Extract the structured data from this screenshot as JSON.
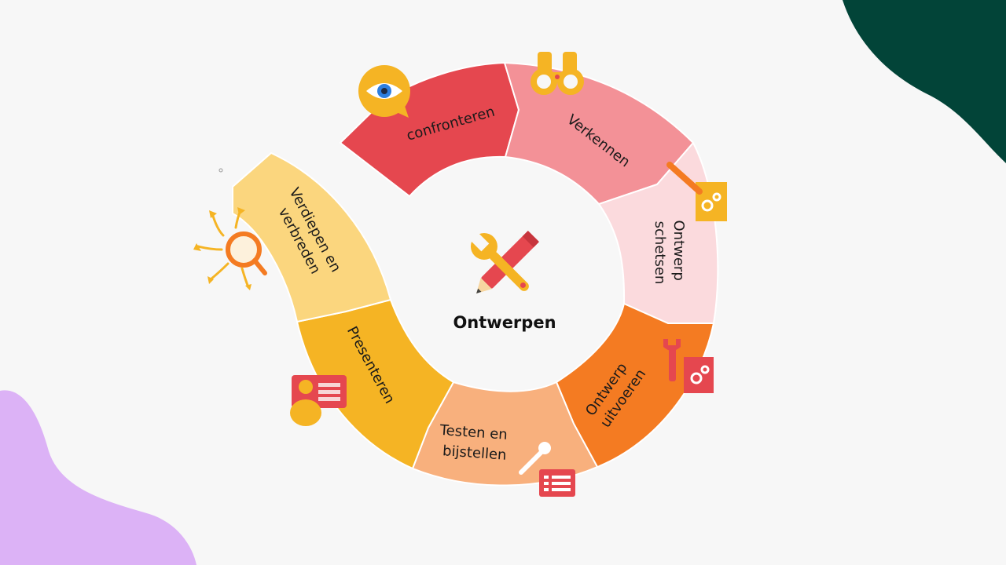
{
  "diagram": {
    "center_title": "Ontwerpen",
    "segments": [
      {
        "id": "confronteren",
        "lines": [
          "confronteren"
        ],
        "color": "#e5474f",
        "icon": "eye-speech-bubble-icon"
      },
      {
        "id": "verkennen",
        "lines": [
          "Verkennen"
        ],
        "color": "#f39197",
        "icon": "binoculars-icon"
      },
      {
        "id": "ontwerp-schetsen",
        "lines": [
          "Ontwerp",
          "schetsen"
        ],
        "color": "#fbdadd",
        "icon": "pencil-gears-icon"
      },
      {
        "id": "ontwerp-uitvoeren",
        "lines": [
          "Ontwerp",
          "uitvoeren"
        ],
        "color": "#f47b22",
        "icon": "wrench-gears-icon"
      },
      {
        "id": "testen-en-bijstellen",
        "lines": [
          "Testen en",
          "bijstellen"
        ],
        "color": "#f8b07d",
        "icon": "wrench-checklist-icon"
      },
      {
        "id": "presenteren",
        "lines": [
          "Presenteren"
        ],
        "color": "#f5b424",
        "icon": "presenter-card-icon"
      },
      {
        "id": "verdiepen-en-verbreden",
        "lines": [
          "Verdiepen en",
          "verbreden"
        ],
        "color": "#fbd67e",
        "icon": "magnifier-arrows-icon"
      }
    ]
  },
  "colors": {
    "background": "#f7f7f7",
    "blob_green": "#024438",
    "blob_purple": "#dcb2f6"
  }
}
